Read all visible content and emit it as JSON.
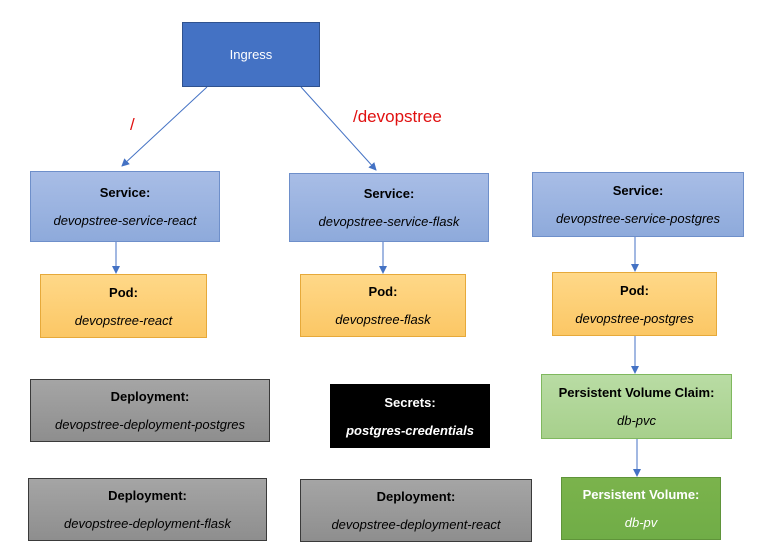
{
  "ingress": {
    "label": "Ingress"
  },
  "routes": {
    "root": "/",
    "devopstree": "/devopstree"
  },
  "services": [
    {
      "title": "Service:",
      "name": "devopstree-service-react"
    },
    {
      "title": "Service:",
      "name": "devopstree-service-flask"
    },
    {
      "title": "Service:",
      "name": "devopstree-service-postgres"
    }
  ],
  "pods": [
    {
      "title": "Pod:",
      "name": "devopstree-react"
    },
    {
      "title": "Pod:",
      "name": "devopstree-flask"
    },
    {
      "title": "Pod:",
      "name": "devopstree-postgres"
    }
  ],
  "deployments": [
    {
      "title": "Deployment:",
      "name": "devopstree-deployment-postgres"
    },
    {
      "title": "Deployment:",
      "name": "devopstree-deployment-flask"
    },
    {
      "title": "Deployment:",
      "name": "devopstree-deployment-react"
    }
  ],
  "secrets": {
    "title": "Secrets:",
    "name": "postgres-credentials"
  },
  "pvc": {
    "title": "Persistent Volume Claim:",
    "name": "db-pvc"
  },
  "pv": {
    "title": "Persistent Volume:",
    "name": "db-pv"
  },
  "colors": {
    "ingress": "#4472c4",
    "service": "#8eaadb",
    "pod": "#ffd480",
    "deployment": "#9e9e9e",
    "secret": "#000000",
    "pvc": "#a9d18e",
    "pv": "#70ad47",
    "route_label": "#e01010",
    "connector": "#4472c4"
  }
}
